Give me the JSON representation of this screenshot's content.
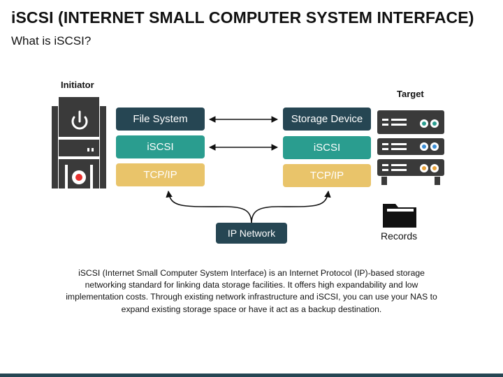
{
  "title": "iSCSI (INTERNET SMALL COMPUTER SYSTEM INTERFACE)",
  "subtitle": "What is iSCSI?",
  "initiator": {
    "label": "Initiator",
    "icon": "computer-tower-icon",
    "boxes": {
      "file_system": "File System",
      "iscsi": "iSCSI",
      "tcpip": "TCP/IP"
    }
  },
  "target": {
    "label": "Target",
    "icon": "server-rack-icon",
    "boxes": {
      "storage_device": "Storage Device",
      "iscsi": "iSCSI",
      "tcpip": "TCP/IP"
    }
  },
  "network": {
    "label": "IP Network"
  },
  "records": {
    "label": "Records",
    "icon": "folder-icon"
  },
  "description": "iSCSI (Internet Small Computer System Interface) is an Internet Protocol (IP)-based storage networking standard for linking data storage facilities. It offers high expandability and low implementation costs. Through existing network infrastructure and iSCSI, you can use your NAS to expand existing storage space or have it act as a backup destination.",
  "colors": {
    "dark_slate": "#264653",
    "teal": "#2a9d8f",
    "sand": "#e9c46a",
    "device_body": "#3a3a3a",
    "led_green": "#2a9d8f",
    "led_blue": "#3d8fd6",
    "led_amber": "#e9a23b",
    "power_red": "#e8302e"
  }
}
